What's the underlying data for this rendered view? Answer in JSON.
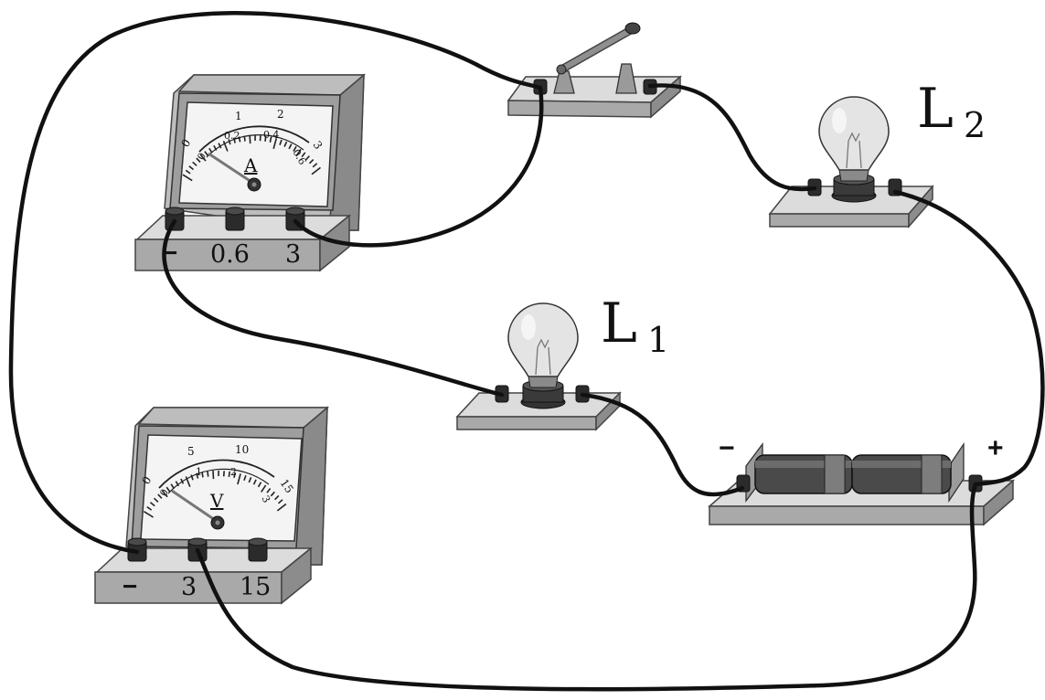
{
  "labels": {
    "lamp1_letter": "L",
    "lamp1_sub": "1",
    "lamp2_letter": "L",
    "lamp2_sub": "2",
    "battery_minus": "−",
    "battery_plus": "+"
  },
  "ammeter": {
    "symbol": "A",
    "terminals": [
      "−",
      "0.6",
      "3"
    ],
    "outer_scale": [
      "0",
      "1",
      "2",
      "3"
    ],
    "inner_scale": [
      "0",
      "0.2",
      "0.4",
      "0.6"
    ]
  },
  "voltmeter": {
    "symbol": "V",
    "terminals": [
      "−",
      "3",
      "15"
    ],
    "outer_scale": [
      "0",
      "5",
      "10",
      "15"
    ],
    "inner_scale": [
      "0",
      "1",
      "2",
      "3"
    ]
  }
}
